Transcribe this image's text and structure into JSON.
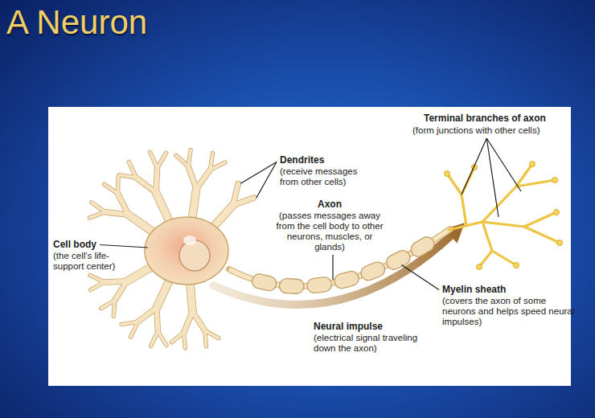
{
  "diagram": {
    "title": "A Neuron",
    "labels": [
      "Terminal branches of axon",
      "(form junctions with other cells)",
      "Dendrites",
      "(receive messages from other cells)",
      "Axon",
      "(passes messages away from the cell body to other neurons, muscles, or glands)",
      "Cell body",
      "(the cell's life-support center)",
      "Myelin sheath",
      "(covers the axon of some neurons and helps speed neural impulses)",
      "Neural impulse",
      "(electrical signal traveling down the axon)"
    ]
  }
}
